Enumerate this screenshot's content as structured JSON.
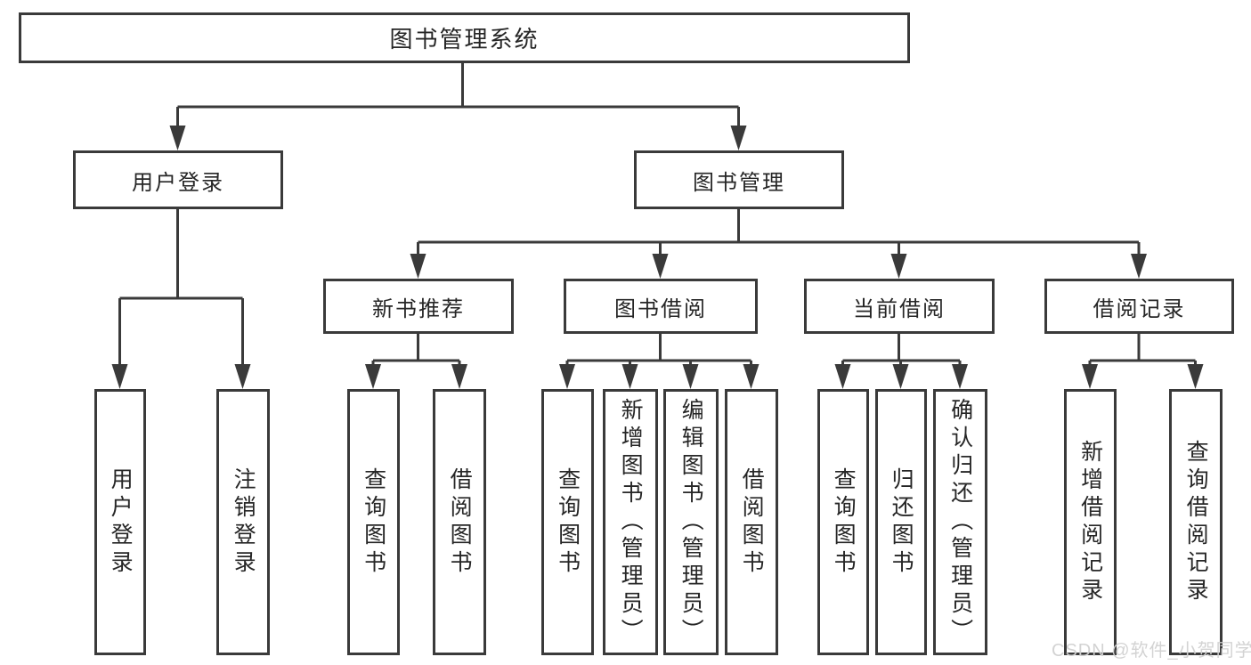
{
  "colors": {
    "background": "#ffffff",
    "line": "#3a3a3a",
    "text": "#262626",
    "watermark": "#d1d1d1"
  },
  "watermark": {
    "text": "CSDN @软件_小贺同学"
  },
  "tree": {
    "root": {
      "label": "图书管理系统"
    },
    "login": {
      "label": "用户登录",
      "children": [
        {
          "label": "用户登录"
        },
        {
          "label": "注销登录"
        }
      ]
    },
    "management": {
      "label": "图书管理",
      "sections": [
        {
          "label": "新书推荐",
          "children": [
            {
              "label": "查询图书"
            },
            {
              "label": "借阅图书"
            }
          ]
        },
        {
          "label": "图书借阅",
          "children": [
            {
              "label": "查询图书"
            },
            {
              "label": "新增图书（管理员）"
            },
            {
              "label": "编辑图书（管理员）"
            },
            {
              "label": "借阅图书"
            }
          ]
        },
        {
          "label": "当前借阅",
          "children": [
            {
              "label": "查询图书"
            },
            {
              "label": "归还图书"
            },
            {
              "label": "确认归还（管理员）"
            }
          ]
        },
        {
          "label": "借阅记录",
          "children": [
            {
              "label": "新增借阅记录"
            },
            {
              "label": "查询借阅记录"
            }
          ]
        }
      ]
    }
  }
}
